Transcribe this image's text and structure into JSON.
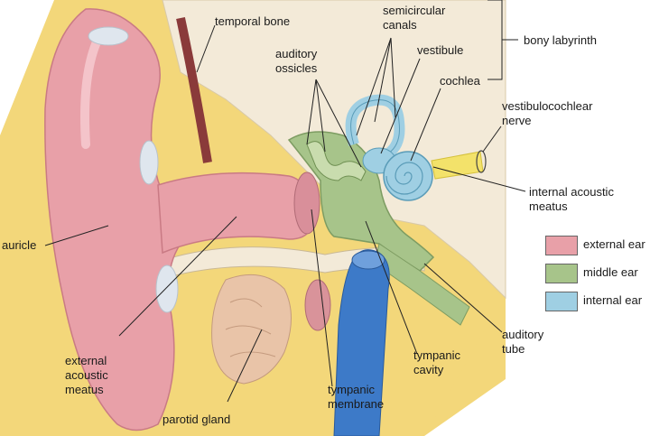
{
  "labels": {
    "temporal_bone": "temporal bone",
    "semicircular_canals": "semicircular\ncanals",
    "bony_labyrinth": "bony labyrinth",
    "auditory_ossicles": "auditory\nossicles",
    "vestibule": "vestibule",
    "cochlea": "cochlea",
    "vestibulocochlear_nerve": "vestibulocochlear\nnerve",
    "internal_acoustic_meatus": "internal acoustic\nmeatus",
    "auricle": "auricle",
    "auditory_tube": "auditory\ntube",
    "tympanic_cavity": "tympanic\ncavity",
    "tympanic_membrane": "tympanic\nmembrane",
    "parotid_gland": "parotid gland",
    "external_acoustic_meatus": "external\nacoustic\nmeatus"
  },
  "legend": [
    {
      "label": "external ear",
      "color": "#e8a0a8"
    },
    {
      "label": "middle ear",
      "color": "#a7c48a"
    },
    {
      "label": "internal ear",
      "color": "#9fcfe3"
    }
  ],
  "colors": {
    "skin": "#e8a0a8",
    "bone": "#f3ead8",
    "fat": "#f3d77a",
    "middle_ear": "#a7c48a",
    "inner_ear": "#9fcfe3",
    "tube": "#3d7ac8",
    "gland": "#e9c4a8"
  }
}
